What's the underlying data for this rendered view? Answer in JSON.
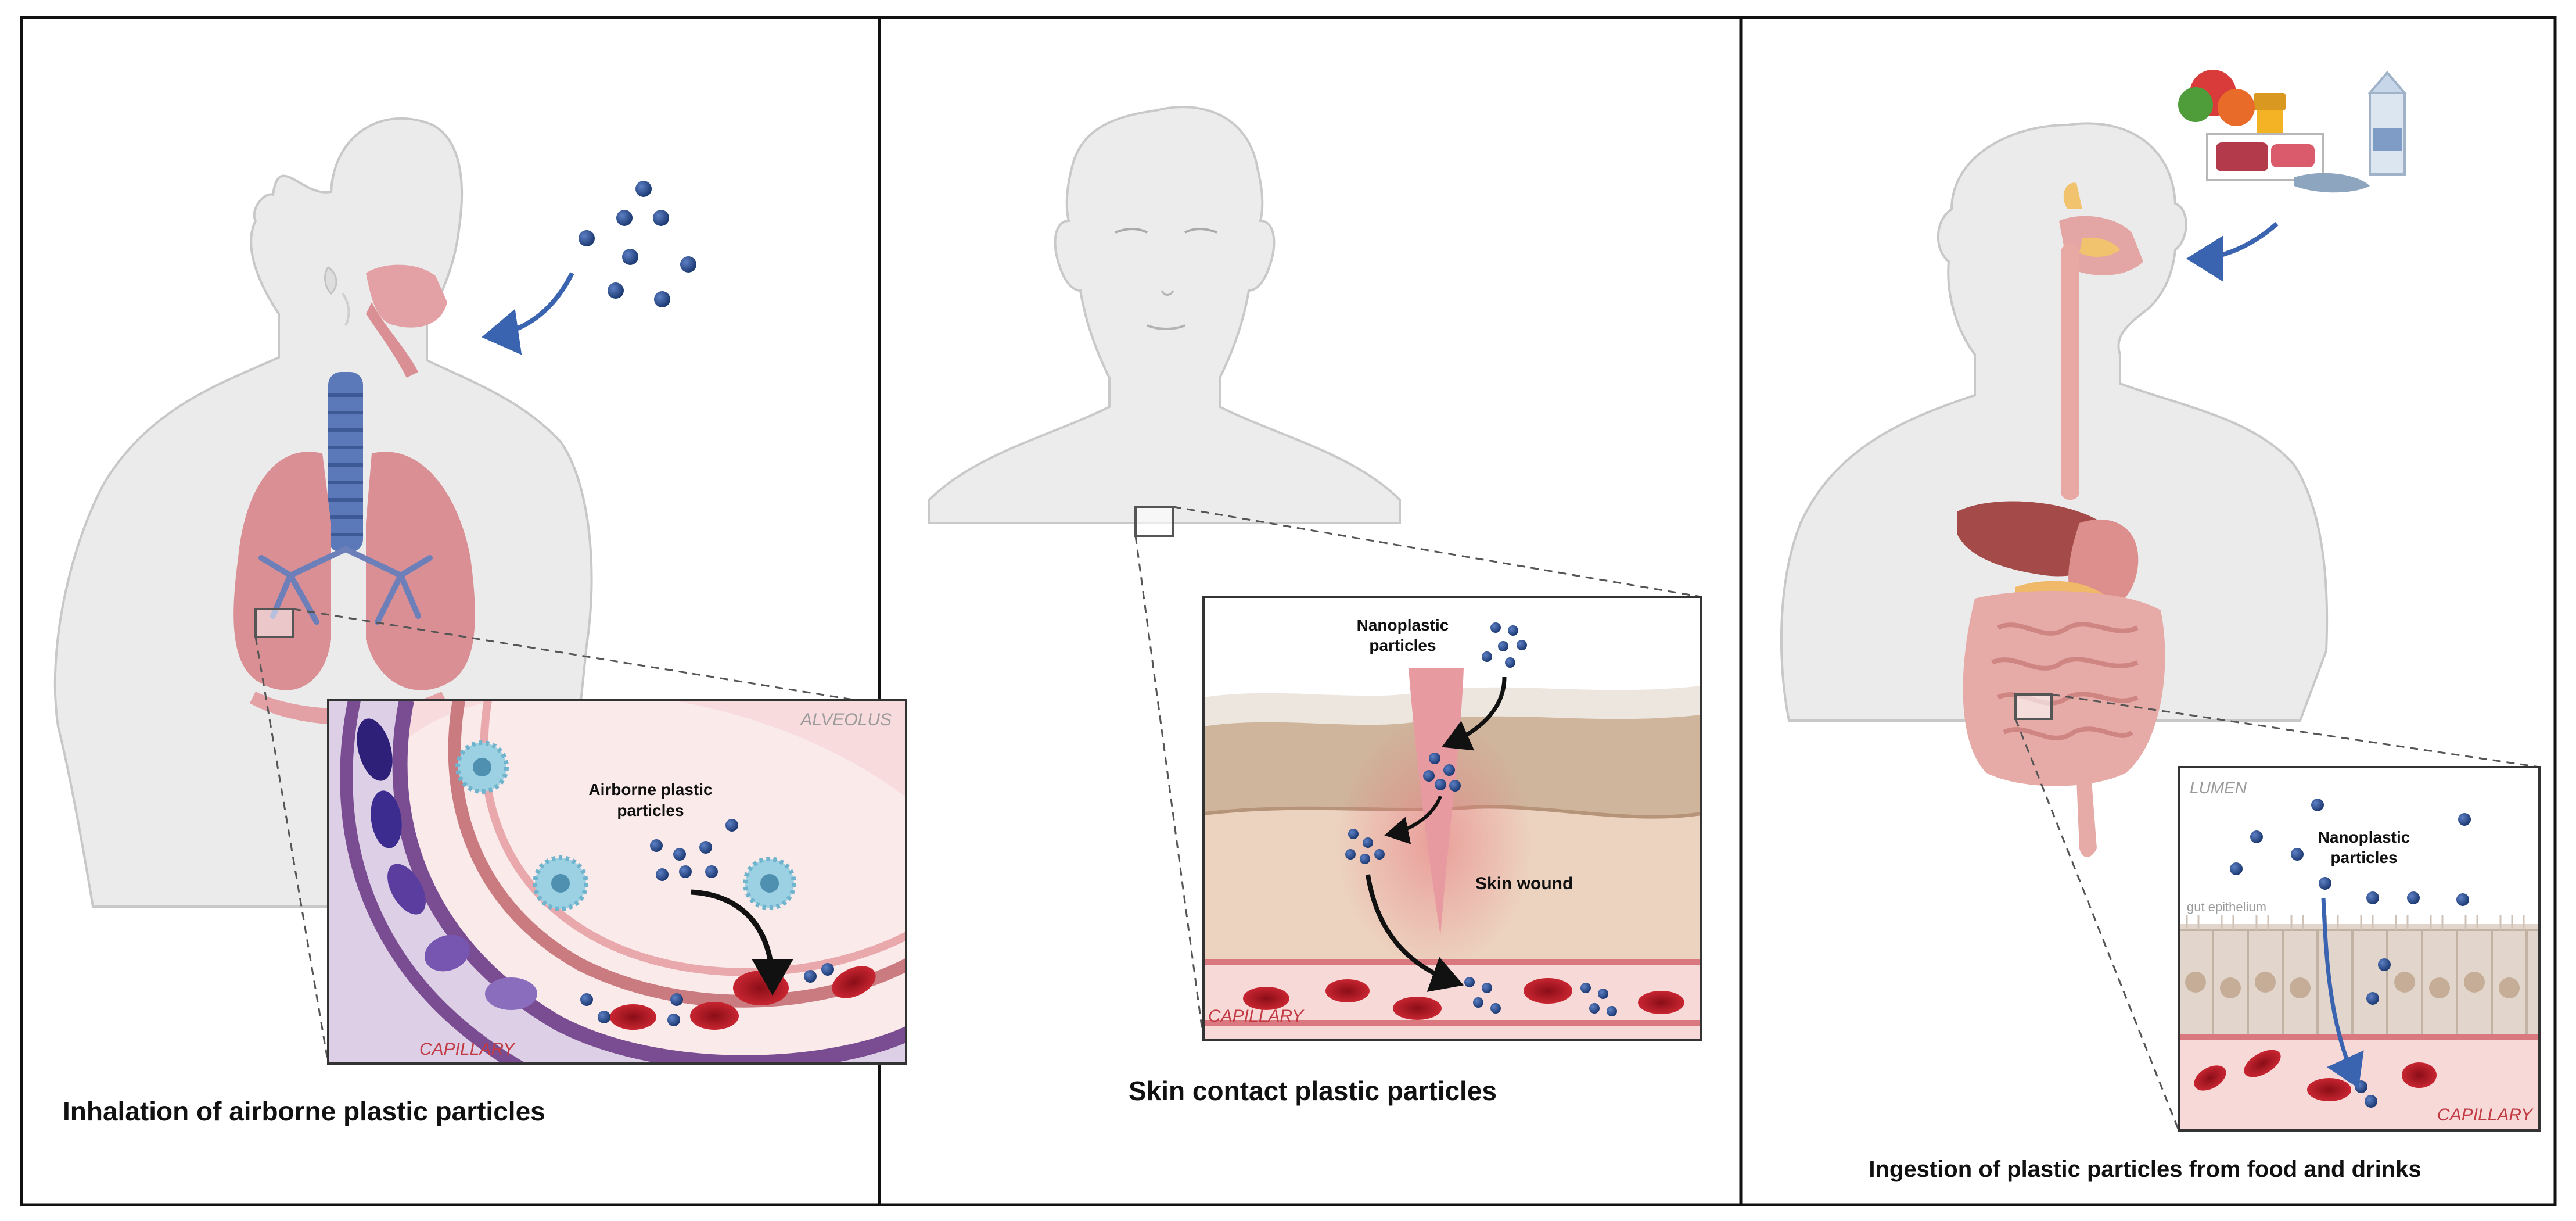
{
  "panels": [
    {
      "caption": "Inhalation of airborne plastic particles",
      "inset": {
        "label_top": "ALVEOLUS",
        "label_bottom": "CAPILLARY",
        "particles_label_line1": "Airborne plastic",
        "particles_label_line2": "particles"
      }
    },
    {
      "caption": "Skin contact plastic particles",
      "inset": {
        "particles_label_line1": "Nanoplastic",
        "particles_label_line2": "particles",
        "wound_label": "Skin wound",
        "label_bottom": "CAPILLARY"
      }
    },
    {
      "caption": "Ingestion of plastic particles from food and drinks",
      "inset": {
        "label_top": "LUMEN",
        "epithelium_label": "gut epithelium",
        "particles_label_line1": "Nanoplastic",
        "particles_label_line2": "particles",
        "label_bottom": "CAPILLARY"
      }
    }
  ],
  "colors": {
    "particle": "#2b4a87",
    "blood_cell": "#c41e2a",
    "body": "#ebebeb",
    "body_outline": "#c8c8c8",
    "lung": "#d98f94",
    "capillary_wall": "#7a4d92",
    "skin": "#e8c9b4",
    "intestine": "#e3a6a4",
    "arrow": "#3a63b0"
  }
}
